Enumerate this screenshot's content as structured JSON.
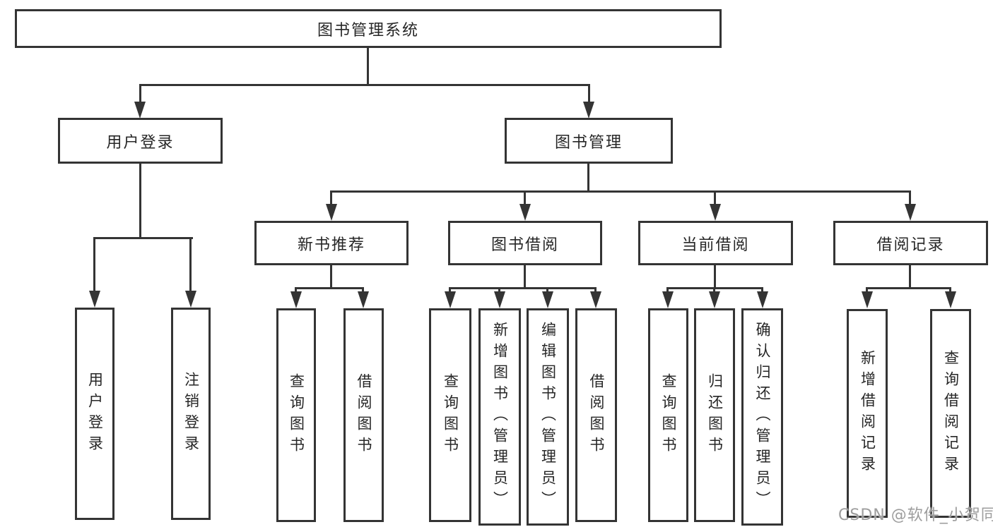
{
  "nodes": {
    "root": "图书管理系统",
    "user_login": "用户登录",
    "book_management": "图书管理",
    "new_book_recommendation": "新书推荐",
    "book_borrowing": "图书借阅",
    "current_borrowing": "当前借阅",
    "borrowing_records": "借阅记录",
    "leaf_user_login": "用户登录",
    "leaf_logout": "注销登录",
    "nb_query_books": "查询图书",
    "nb_borrow_books": "借阅图书",
    "bb_query_books": "查询图书",
    "bb_add_books_admin": "新增图书（管理员）",
    "bb_edit_books_admin": "编辑图书（管理员）",
    "bb_borrow_books": "借阅图书",
    "cb_query_books": "查询图书",
    "cb_return_books": "归还图书",
    "cb_confirm_return_admin": "确认归还（管理员）",
    "br_add_record": "新增借阅记录",
    "br_query_record": "查询借阅记录"
  },
  "watermark": "CSDN @软件_小贺同学",
  "colors": {
    "line": "#343434",
    "text": "#262626",
    "watermark": "#9d9d9d",
    "background": "#ffffff"
  }
}
